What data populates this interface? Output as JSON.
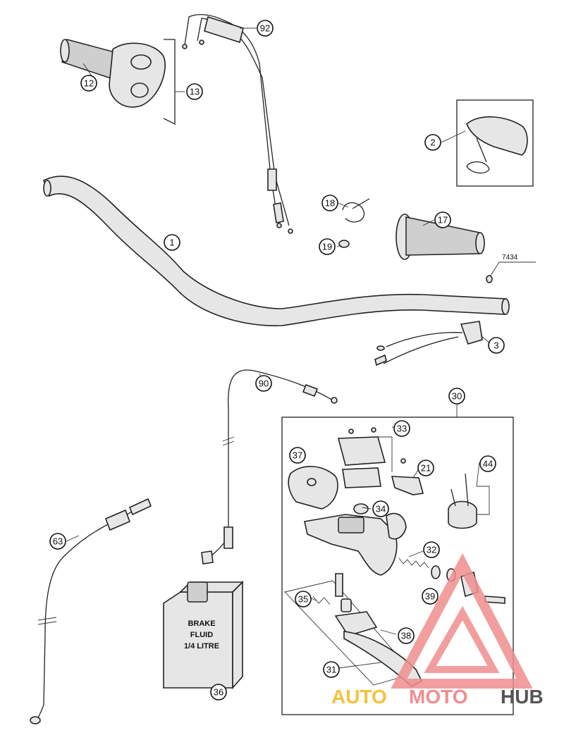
{
  "callouts": [
    {
      "id": "p1",
      "label": "1"
    },
    {
      "id": "p2",
      "label": "2"
    },
    {
      "id": "p3",
      "label": "3"
    },
    {
      "id": "p12",
      "label": "12"
    },
    {
      "id": "p13",
      "label": "13"
    },
    {
      "id": "p17",
      "label": "17"
    },
    {
      "id": "p18",
      "label": "18"
    },
    {
      "id": "p19",
      "label": "19"
    },
    {
      "id": "p21",
      "label": "21"
    },
    {
      "id": "p30",
      "label": "30"
    },
    {
      "id": "p31",
      "label": "31"
    },
    {
      "id": "p32",
      "label": "32"
    },
    {
      "id": "p33",
      "label": "33"
    },
    {
      "id": "p34",
      "label": "34"
    },
    {
      "id": "p35",
      "label": "35"
    },
    {
      "id": "p36",
      "label": "36"
    },
    {
      "id": "p37",
      "label": "37"
    },
    {
      "id": "p38",
      "label": "38"
    },
    {
      "id": "p39",
      "label": "39"
    },
    {
      "id": "p44",
      "label": "44"
    },
    {
      "id": "p63",
      "label": "63"
    },
    {
      "id": "p90",
      "label": "90"
    },
    {
      "id": "p92",
      "label": "92"
    }
  ],
  "ref_code": "7434",
  "bottle_label": [
    "BRAKE",
    "FLUID",
    "1/4 LITRE"
  ],
  "watermark": {
    "part1": "AUTO",
    "part2": "MOTO",
    "part3": "HUB",
    "colors": {
      "auto": "#f4c23f",
      "moto": "#f08e8e",
      "hub": "#555555",
      "triangle": "#f08e8e"
    }
  }
}
